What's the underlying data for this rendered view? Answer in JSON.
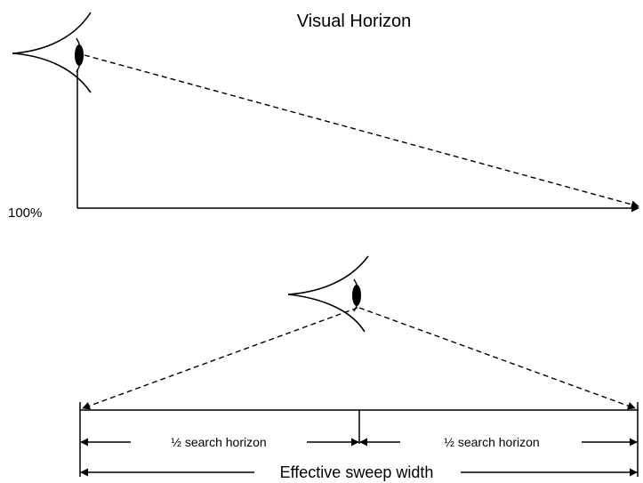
{
  "top_diagram": {
    "title": "Visual Horizon",
    "baseline_label": "100%"
  },
  "bottom_diagram": {
    "half_left_label": "½ search horizon",
    "half_right_label": "½ search horizon",
    "sweep_label": "Effective sweep width"
  },
  "colors": {
    "stroke": "#000000",
    "background": "#ffffff"
  }
}
